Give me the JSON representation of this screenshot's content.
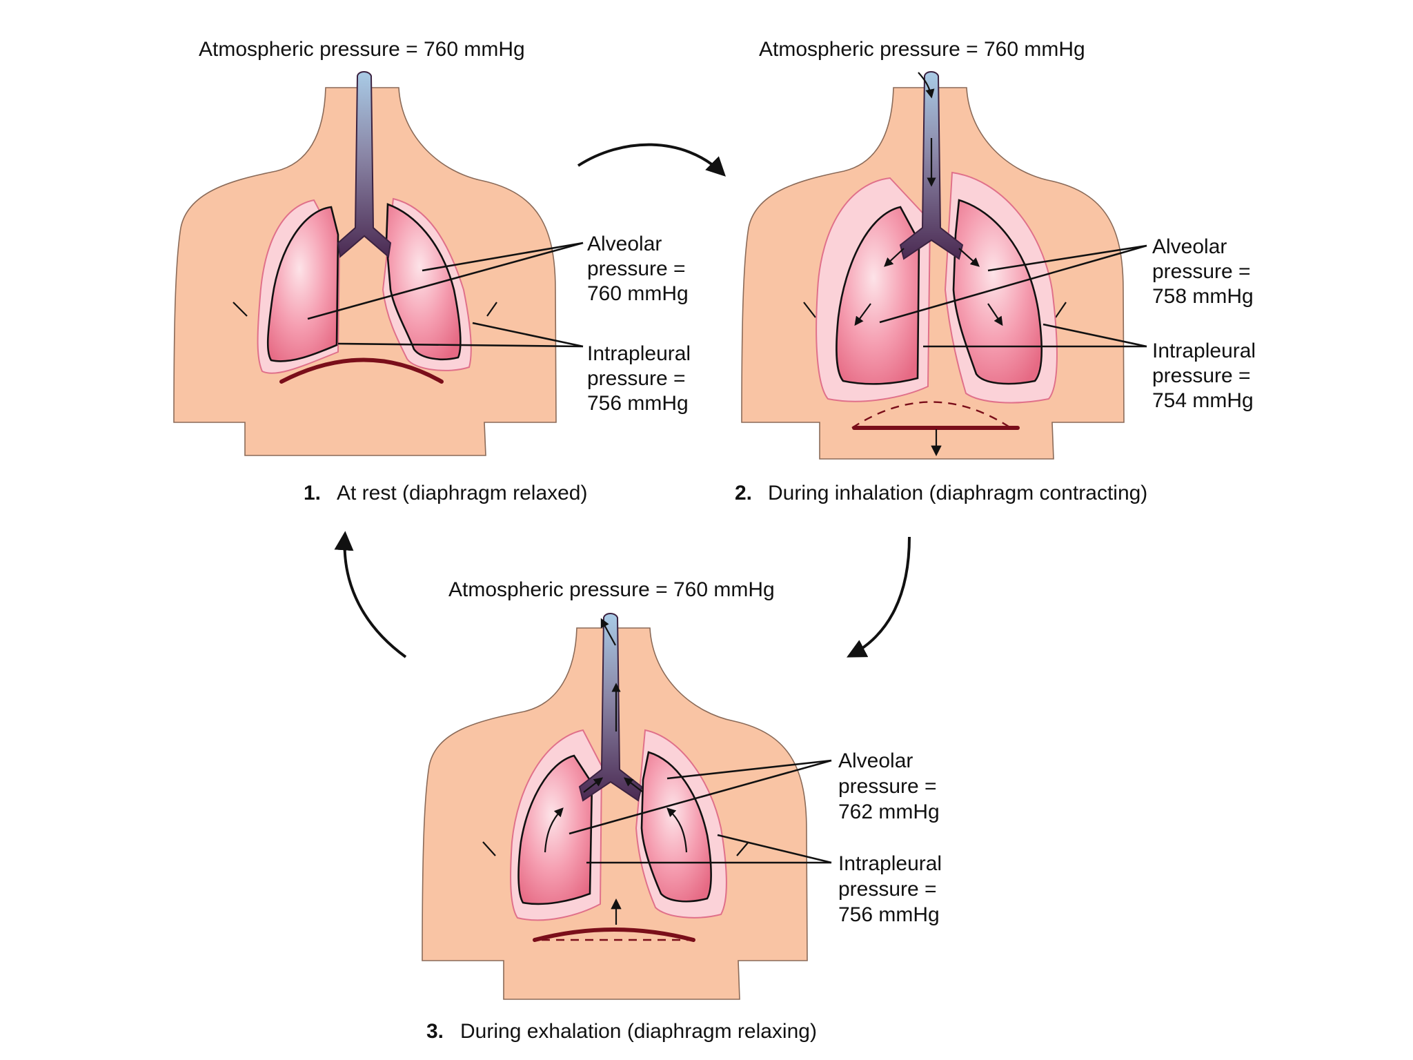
{
  "panels": {
    "rest": {
      "atmospheric": "Atmospheric pressure = 760 mmHg",
      "alveolar": [
        "Alveolar",
        "pressure =",
        "760 mmHg"
      ],
      "intrapleural": [
        "Intrapleural",
        "pressure =",
        "756 mmHg"
      ],
      "caption_number": "1.",
      "caption_text": "At rest (diaphragm relaxed)"
    },
    "inhalation": {
      "atmospheric": "Atmospheric pressure = 760 mmHg",
      "alveolar": [
        "Alveolar",
        "pressure =",
        "758 mmHg"
      ],
      "intrapleural": [
        "Intrapleural",
        "pressure =",
        "754 mmHg"
      ],
      "caption_number": "2.",
      "caption_text": "During inhalation (diaphragm contracting)"
    },
    "exhalation": {
      "atmospheric": "Atmospheric pressure = 760 mmHg",
      "alveolar": [
        "Alveolar",
        "pressure =",
        "762 mmHg"
      ],
      "intrapleural": [
        "Intrapleural",
        "pressure =",
        "756 mmHg"
      ],
      "caption_number": "3.",
      "caption_text": "During exhalation (diaphragm relaxing)"
    }
  },
  "colors": {
    "skin": "#f9c4a4",
    "pleura": "#fbd2d8",
    "lung": "#ee7a90",
    "diaphragm": "#7a0e1a",
    "trachea_top": "#a9cbe6",
    "trachea_bottom": "#4b2a52"
  }
}
